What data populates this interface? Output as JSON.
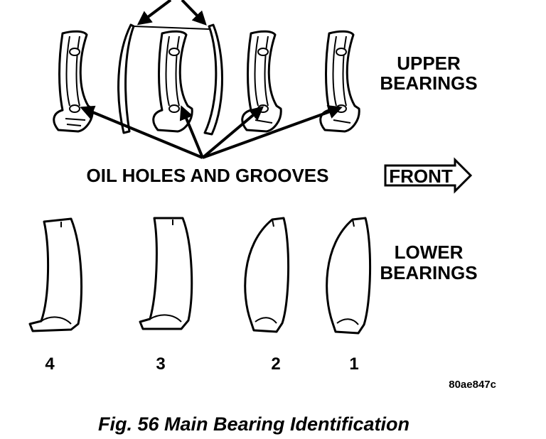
{
  "labels": {
    "upper_line1": "UPPER",
    "upper_line2": "BEARINGS",
    "lower_line1": "LOWER",
    "lower_line2": "BEARINGS",
    "oil": "OIL HOLES AND GROOVES",
    "front": "FRONT",
    "code": "80ae847c",
    "caption": "Fig. 56 Main Bearing Identification"
  },
  "bearing_numbers": [
    "4",
    "3",
    "2",
    "1"
  ]
}
